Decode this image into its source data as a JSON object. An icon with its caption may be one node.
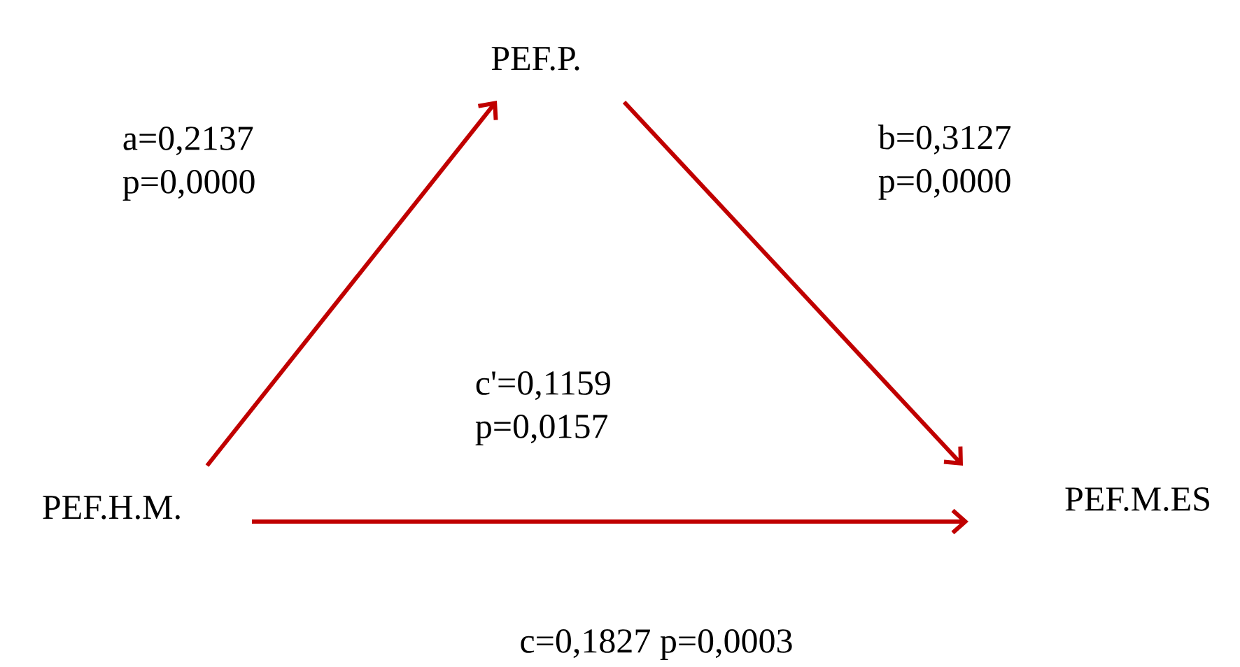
{
  "diagram": {
    "nodes": [
      {
        "text": [
          "PEF.P."
        ]
      },
      {
        "text": [
          "PEF.H.M."
        ]
      },
      {
        "text": [
          "PEF.M.ES"
        ]
      }
    ],
    "edges": [
      {
        "from": 1,
        "to": 0,
        "arrow": "to",
        "label": "a=0,2137 p=0,0000"
      },
      {
        "from": 0,
        "to": 2,
        "arrow": "to",
        "label": "b=0,3127 p=0,0000"
      },
      {
        "from": 1,
        "to": 2,
        "arrow": "to",
        "label": "c'=0,1159 p=0,0157"
      }
    ],
    "labels": [
      "c=0,1827 p=0,0003"
    ]
  }
}
